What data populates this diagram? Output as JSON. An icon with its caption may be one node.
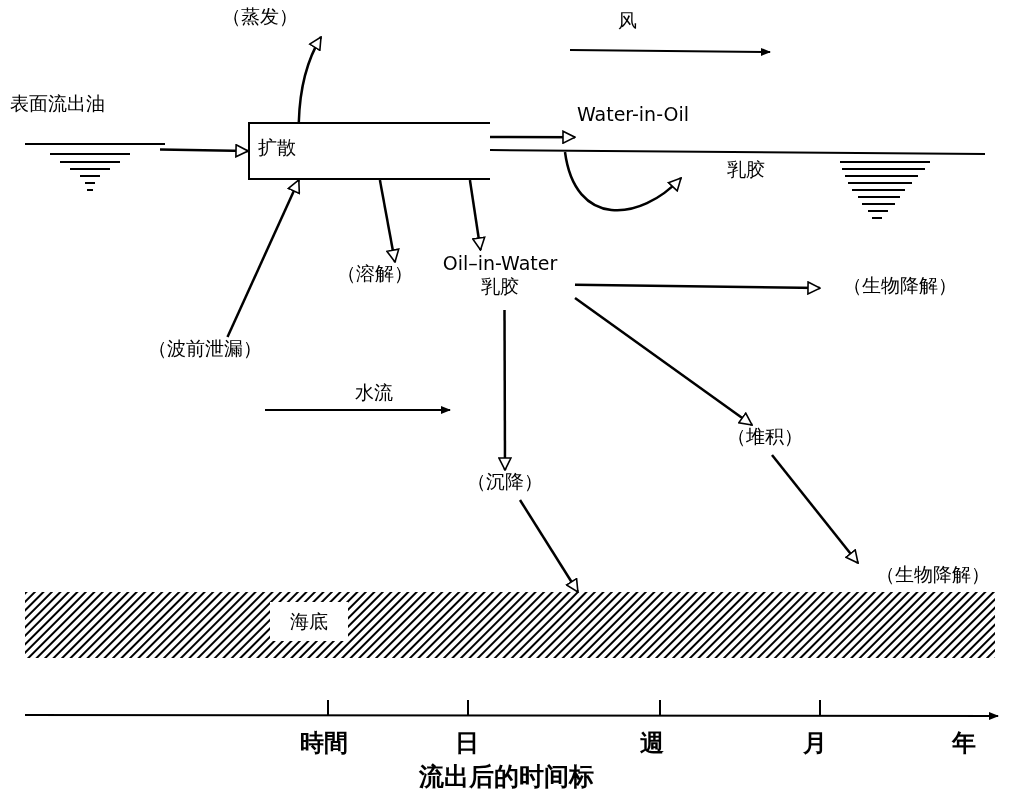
{
  "diagram": {
    "caption": "流出后的时间标",
    "nodes": [
      {
        "text": [
          "表面流出油"
        ]
      },
      {
        "text": [
          "扩散"
        ]
      },
      {
        "text": [
          "（蒸发）"
        ]
      },
      {
        "text": [
          "（溶解）"
        ]
      },
      {
        "text": [
          "（波前泄漏）"
        ]
      },
      {
        "text": [
          "Water-in-Oil",
          "乳胶"
        ]
      },
      {
        "text": [
          "Oil–in-Water 乳胶"
        ]
      },
      {
        "text": [
          "（生物降解）"
        ]
      },
      {
        "text": [
          "（堆积）"
        ]
      },
      {
        "text": [
          "（沉降）"
        ]
      },
      {
        "text": [
          "海底"
        ]
      },
      {
        "text": [
          "（生物降解）"
        ]
      }
    ],
    "edges": [
      {
        "from": 0,
        "to": 1,
        "arrow": "to"
      },
      {
        "from": 1,
        "to": 2,
        "arrow": "to"
      },
      {
        "from": 4,
        "to": 1,
        "arrow": "to"
      },
      {
        "from": 1,
        "to": 3,
        "arrow": "to"
      },
      {
        "from": 1,
        "to": 6,
        "arrow": "to"
      },
      {
        "from": 1,
        "to": 5,
        "arrow": "to"
      },
      {
        "from": null,
        "to": 5,
        "arrow": "to"
      },
      {
        "from": 6,
        "to": 7,
        "arrow": "to"
      },
      {
        "from": 6,
        "to": 8,
        "arrow": "to"
      },
      {
        "from": 6,
        "to": 9,
        "arrow": "to"
      },
      {
        "from": 9,
        "to": 10,
        "arrow": "to"
      },
      {
        "from": 8,
        "to": 11,
        "arrow": "to"
      }
    ],
    "labels": [
      "风",
      "水流",
      "時間",
      "日",
      "週",
      "月",
      "年"
    ]
  }
}
